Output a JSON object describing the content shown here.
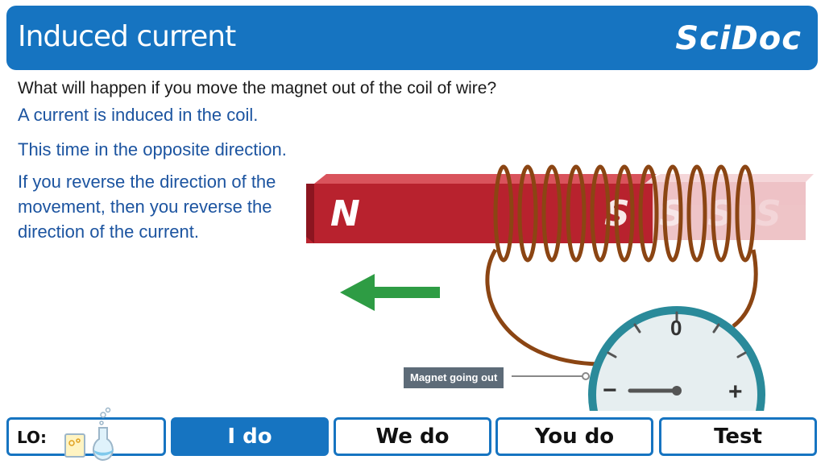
{
  "header": {
    "title": "Induced current",
    "brand": "SciDoc"
  },
  "question": "What will happen if you move the magnet out of the coil of wire?",
  "answers": {
    "line1": "A current is induced in the coil.",
    "line2": "This time in the opposite direction.",
    "line3": "If you reverse the direction of the movement, then you reverse the direction of the current."
  },
  "diagram": {
    "magnet_north": "N",
    "magnet_south": "S",
    "meter_zero": "0",
    "meter_minus": "−",
    "meter_plus": "+",
    "tag": "Magnet going out",
    "colors": {
      "magnet": "#b8222e",
      "coil": "#8b4513",
      "arrow": "#2e9c44",
      "meter_rim": "#2a8a9a"
    }
  },
  "bottom": {
    "lo_label": "LO:",
    "tabs": [
      "I do",
      "We do",
      "You do",
      "Test"
    ]
  },
  "colors": {
    "accent": "#1674c1",
    "text_blue": "#1c54a0"
  }
}
